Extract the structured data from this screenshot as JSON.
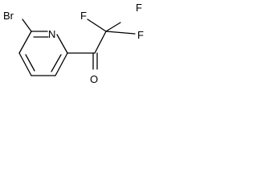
{
  "molecule": {
    "atoms": {
      "bromine": "Br",
      "nitrogen": "N",
      "fluorine_1": "F",
      "fluorine_2": "F",
      "fluorine_3": "F",
      "oxygen": "O"
    },
    "bond_color": "#000000",
    "text_color": "#000000",
    "background": "#ffffff"
  }
}
